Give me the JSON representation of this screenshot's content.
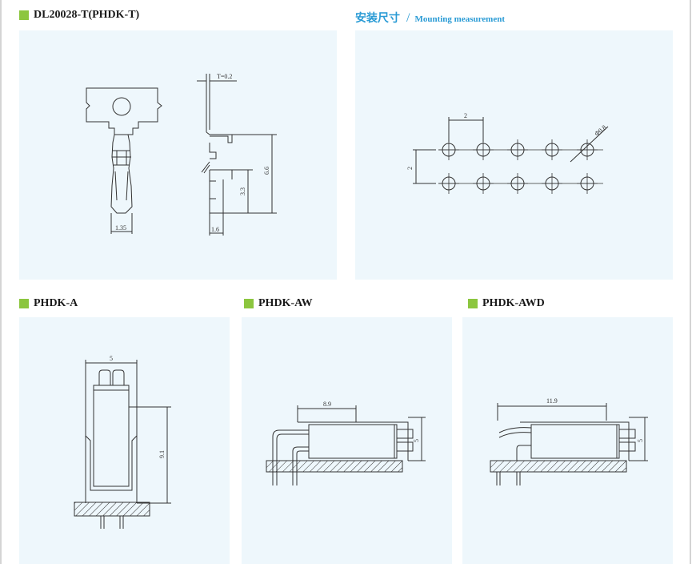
{
  "colors": {
    "accent_green": "#8cc63f",
    "heading_blue": "#2a9bd5",
    "panel_bg": "#eef7fc",
    "line": "#333333"
  },
  "headings": {
    "main": "DL20028-T(PHDK-T)",
    "mount_cn": "安装尺寸",
    "mount_sep": "/",
    "mount_en": "Mounting measurement",
    "a": "PHDK-A",
    "aw": "PHDK-AW",
    "awd": "PHDK-AWD"
  },
  "terminal": {
    "width": "1.35",
    "thickness": "T=0.2",
    "height_total": "6.6",
    "height_lower": "3.3",
    "base": "1.6"
  },
  "mounting": {
    "pitch_x": "2",
    "pitch_y": "2",
    "hole": "Φ0.8"
  },
  "phdk_a": {
    "width": "5",
    "height": "9.1"
  },
  "phdk_aw": {
    "length": "8.9",
    "height": "5"
  },
  "phdk_awd": {
    "length": "11.9",
    "height": "5"
  }
}
